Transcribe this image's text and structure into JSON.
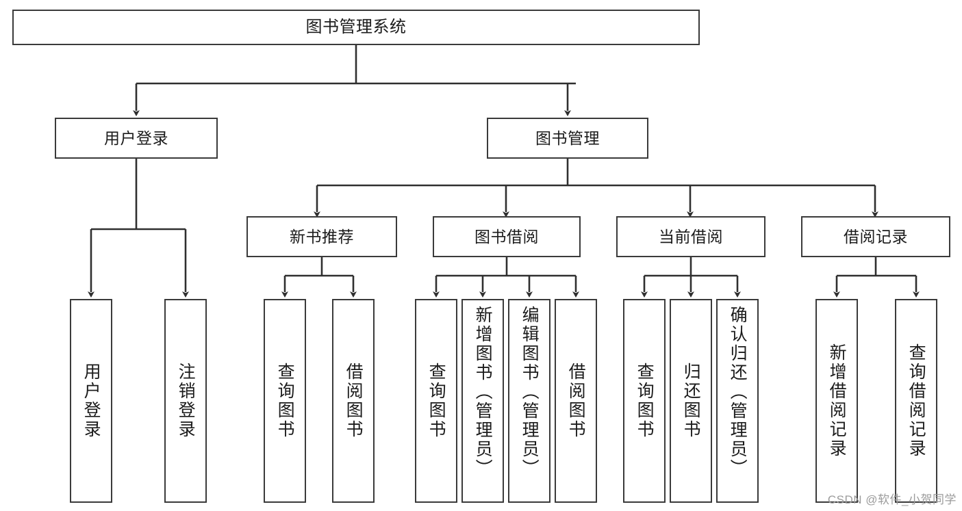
{
  "diagram": {
    "title": "图书管理系统",
    "type": "tree",
    "watermark": "CSDN @软件_小贺同学",
    "colors": {
      "box_border": "#3a3a3a",
      "box_fill": "#ffffff",
      "connector": "#2f2f2f",
      "text": "#1b1b1b",
      "watermark": "#9b9b9b"
    },
    "levels": {
      "root": {
        "label": "图书管理系统"
      },
      "level2": [
        {
          "label": "用户登录"
        },
        {
          "label": "图书管理"
        }
      ],
      "level3": [
        {
          "label": "新书推荐"
        },
        {
          "label": "图书借阅"
        },
        {
          "label": "当前借阅"
        },
        {
          "label": "借阅记录"
        }
      ],
      "leaves": {
        "user_login": [
          {
            "label": "用户登录"
          },
          {
            "label": "注销登录"
          }
        ],
        "new_book_recommend": [
          {
            "label": "查询图书"
          },
          {
            "label": "借阅图书"
          }
        ],
        "book_borrow": [
          {
            "label": "查询图书"
          },
          {
            "label": "新增图书（管理员）"
          },
          {
            "label": "编辑图书（管理员）"
          },
          {
            "label": "借阅图书"
          }
        ],
        "current_borrow": [
          {
            "label": "查询图书"
          },
          {
            "label": "归还图书"
          },
          {
            "label": "确认归还（管理员）"
          }
        ],
        "borrow_record": [
          {
            "label": "新增借阅记录"
          },
          {
            "label": "查询借阅记录"
          }
        ]
      }
    }
  }
}
